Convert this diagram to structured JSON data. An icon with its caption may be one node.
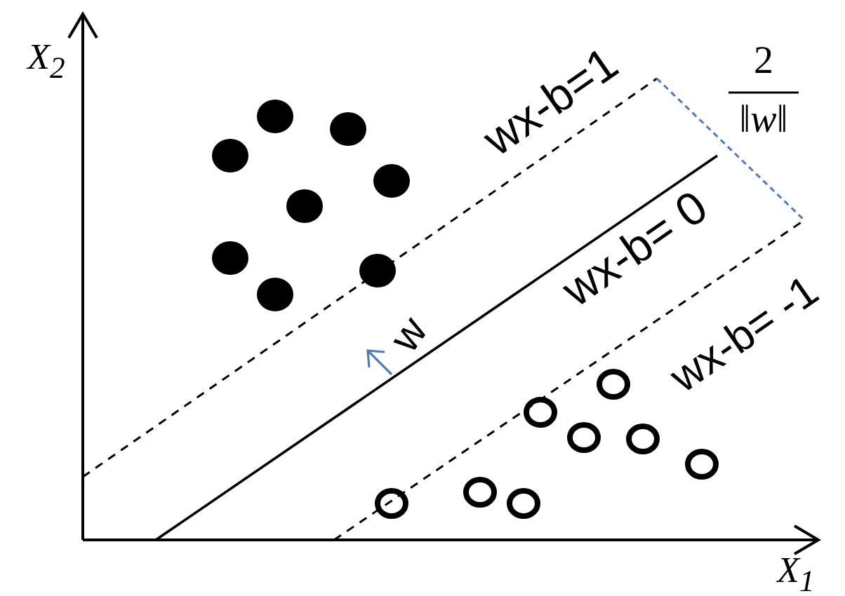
{
  "diagram": {
    "labels": [
      "X$_{2}$",
      "wx-b=1",
      "2",
      "‖*w*‖",
      "wx-b= 0",
      "w",
      "wx-b= -1",
      "X$_{1}$"
    ]
  }
}
